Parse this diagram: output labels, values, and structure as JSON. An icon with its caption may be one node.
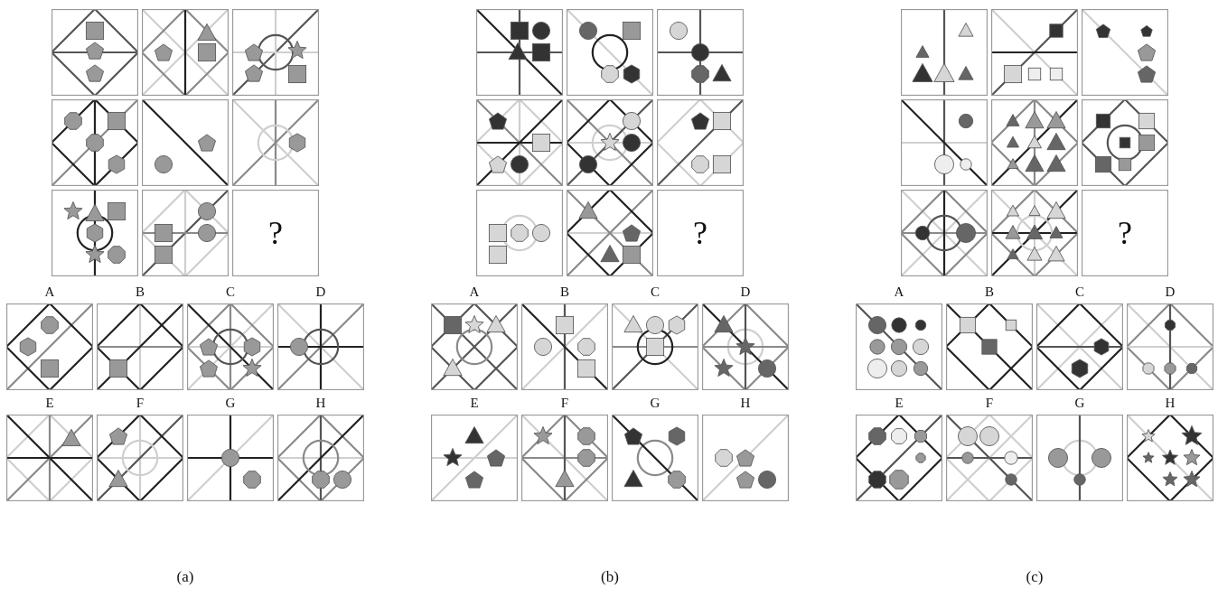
{
  "diagram": {
    "labels": [
      "?",
      "A",
      "B",
      "C",
      "D",
      "E",
      "F",
      "G",
      "H",
      "?",
      "A",
      "B",
      "C",
      "D",
      "E",
      "F",
      "G",
      "H",
      "?",
      "A",
      "B",
      "C",
      "D",
      "E",
      "F",
      "G",
      "H",
      "(a)",
      "(b)",
      "(c)"
    ]
  }
}
